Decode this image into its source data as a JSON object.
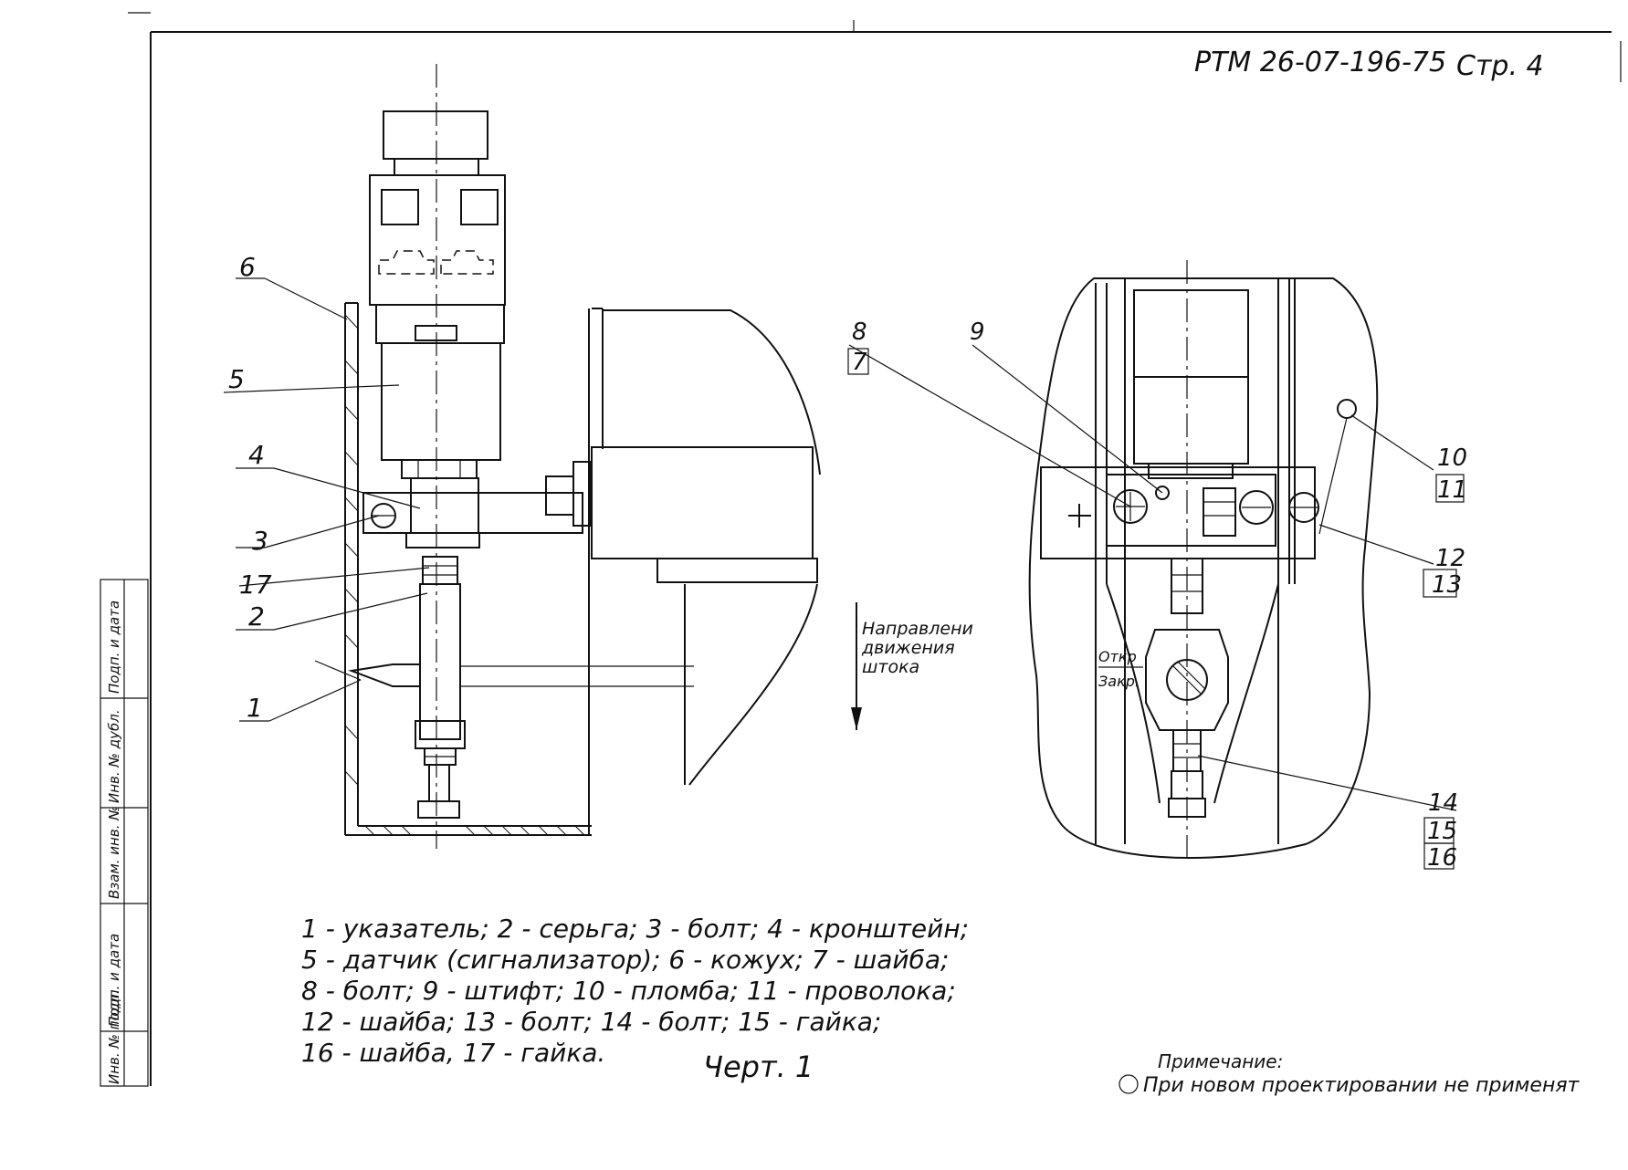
{
  "header": {
    "doc_code": "РТМ 26-07-196-75",
    "page_label": "Стр. 4"
  },
  "left_view": {
    "callouts": [
      "6",
      "5",
      "4",
      "3",
      "17",
      "2",
      "1"
    ]
  },
  "direction_note": {
    "line1": "Направлени",
    "line2": "движения",
    "line3": "штока"
  },
  "right_view": {
    "callouts": {
      "c8": "8",
      "c7": "7",
      "c9": "9",
      "c10": "10",
      "c11": "11",
      "c12": "12",
      "c13": "13",
      "c14": "14",
      "c15": "15",
      "c16": "16"
    },
    "open_label": "Откр",
    "close_label": "Закр."
  },
  "legend": {
    "lines": [
      "1 - указатель; 2 - серьга; 3 - болт; 4 - кронштейн;",
      "5 - датчик (сигнализатор); 6 - кожух; 7 - шайба;",
      "8 - болт; 9 - штифт; 10 - пломба; 11 - проволока;",
      "12 - шайба; 13 - болт; 14 - болт; 15 - гайка;",
      "16 - шайба, 17 - гайка."
    ]
  },
  "caption": "Черт. 1",
  "note": {
    "title": "Примечание:",
    "text": "При новом проектировании не применят"
  },
  "side_stamp": {
    "cells": [
      "Подп. и дата",
      "Инв. № дубл.",
      "Взам. инв. №",
      "Подп. и дата",
      "Инв. № подл."
    ]
  }
}
